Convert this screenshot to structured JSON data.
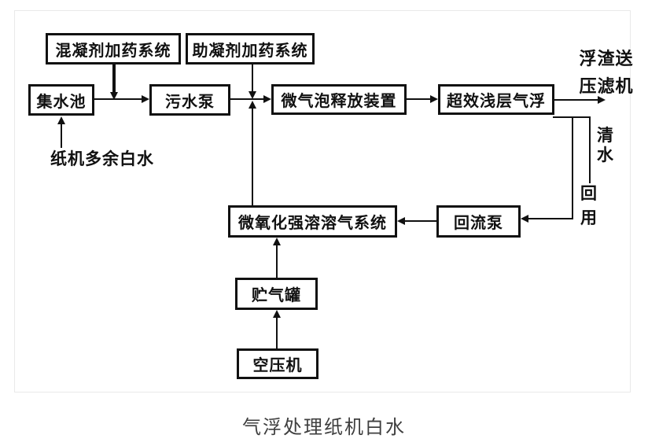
{
  "page": {
    "caption": "气浮处理纸机白水"
  },
  "colors": {
    "ink": "#111111",
    "frame_border": "#e9e9e9",
    "caption_text": "#3f3f3f"
  },
  "nodes": [
    {
      "id": "coagulant-dosing-system",
      "label": "混凝剂加药系统"
    },
    {
      "id": "coagulant-aid-dosing-system",
      "label": "助凝剂加药系统"
    },
    {
      "id": "collecting-tank",
      "label": "集水池"
    },
    {
      "id": "sewage-pump",
      "label": "污水泵"
    },
    {
      "id": "microbubble-release-device",
      "label": "微气泡释放装置"
    },
    {
      "id": "shallow-air-flotation",
      "label": "超效浅层气浮"
    },
    {
      "id": "micro-oxidation-dissolved-air-system",
      "label": "微氧化强溶溶气系统"
    },
    {
      "id": "return-pump",
      "label": "回流泵"
    },
    {
      "id": "gas-storage-tank",
      "label": "贮气罐"
    },
    {
      "id": "air-compressor",
      "label": "空压机"
    }
  ],
  "labels": {
    "influent": "纸机多余白水",
    "scum_line1": "浮渣送",
    "scum_line2": "压滤机",
    "clear_water": "清水",
    "reuse": "回用"
  }
}
